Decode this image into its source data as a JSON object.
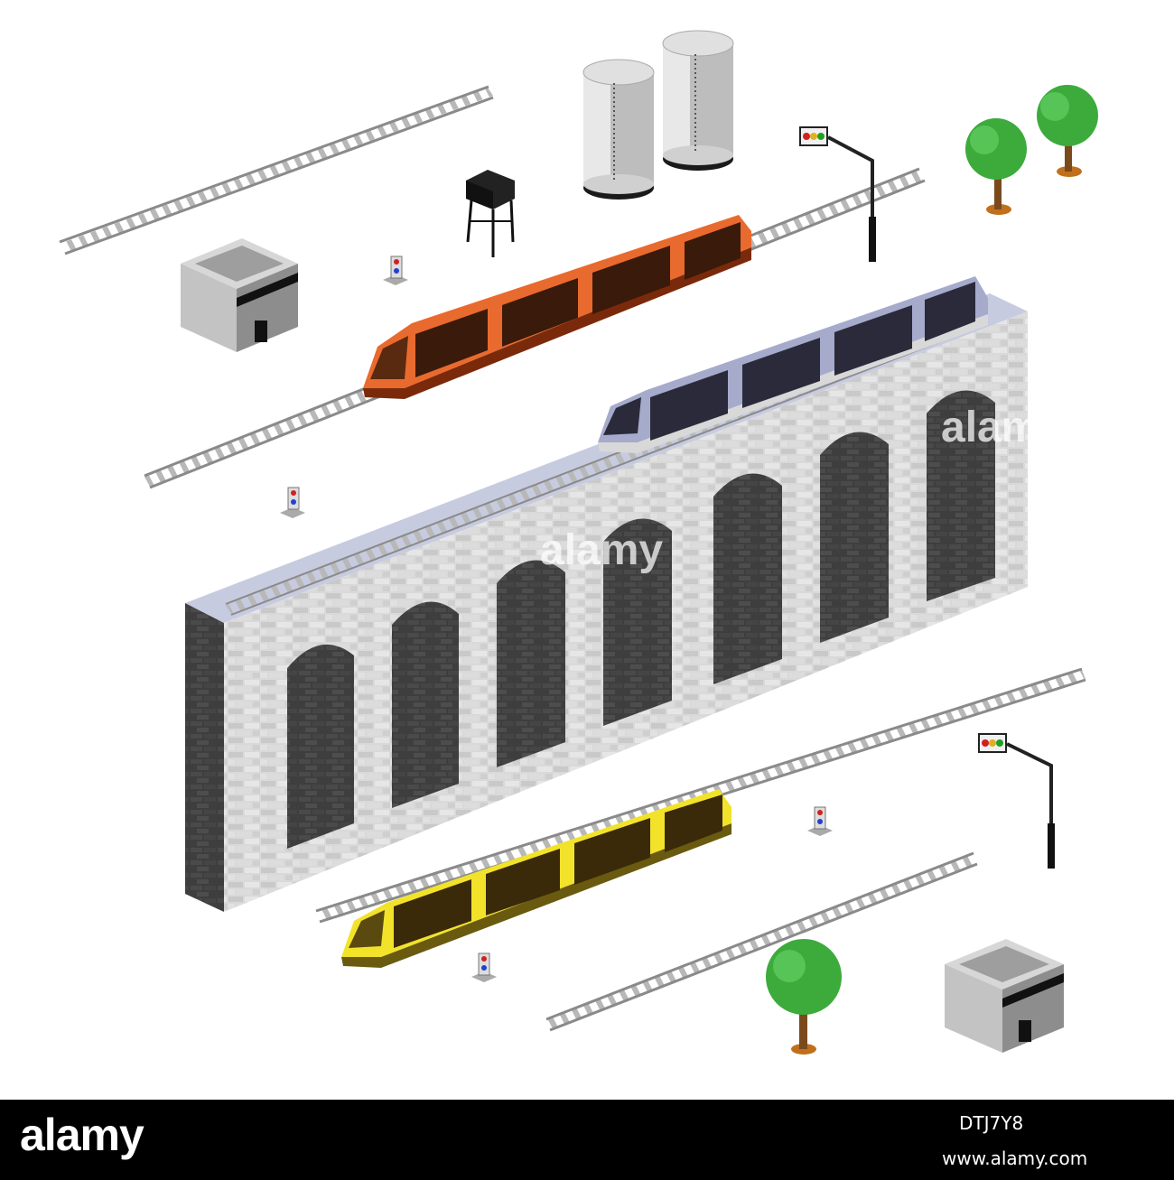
{
  "footer": {
    "logo": "alamy",
    "image_id": "DTJ7Y8",
    "site_url": "www.alamy.com"
  },
  "watermarks": [
    "alamy",
    "alamy"
  ],
  "colors": {
    "orange_train": "#e96a2e",
    "blue_train": "#a6abcc",
    "yellow_train": "#f2e32a",
    "brick": "#cfcfcf",
    "arch_shadow": "#4a4a4a",
    "tree": "#3cab3c"
  }
}
